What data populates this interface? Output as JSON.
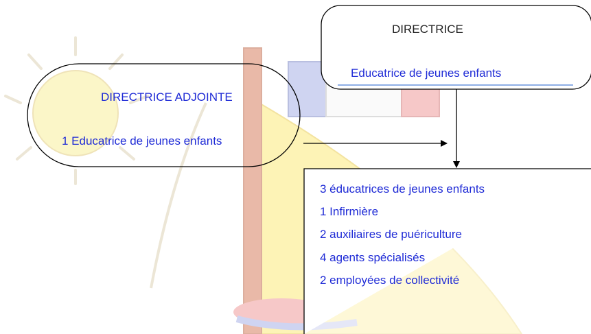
{
  "directrice": {
    "title": "DIRECTRICE",
    "subtitle": "Educatrice de jeunes enfants"
  },
  "adjointe": {
    "title": "DIRECTRICE ADJOINTE",
    "subtitle": "1 Educatrice  de jeunes enfants"
  },
  "team": {
    "items": [
      "3 éducatrices de jeunes enfants",
      "1 Infirmière",
      "2 auxiliaires de puériculture",
      "4 agents spécialisés",
      "2 employées de collectivité"
    ]
  },
  "colors": {
    "text": "#1f2bd6",
    "underline": "#4a7fd6",
    "watermark_sun": "#fbf6c8",
    "watermark_yellow": "#fdf3b6",
    "watermark_blue": "#cfd4f1",
    "watermark_red": "#f6c8c8",
    "watermark_mast": "#e9b9a8"
  }
}
